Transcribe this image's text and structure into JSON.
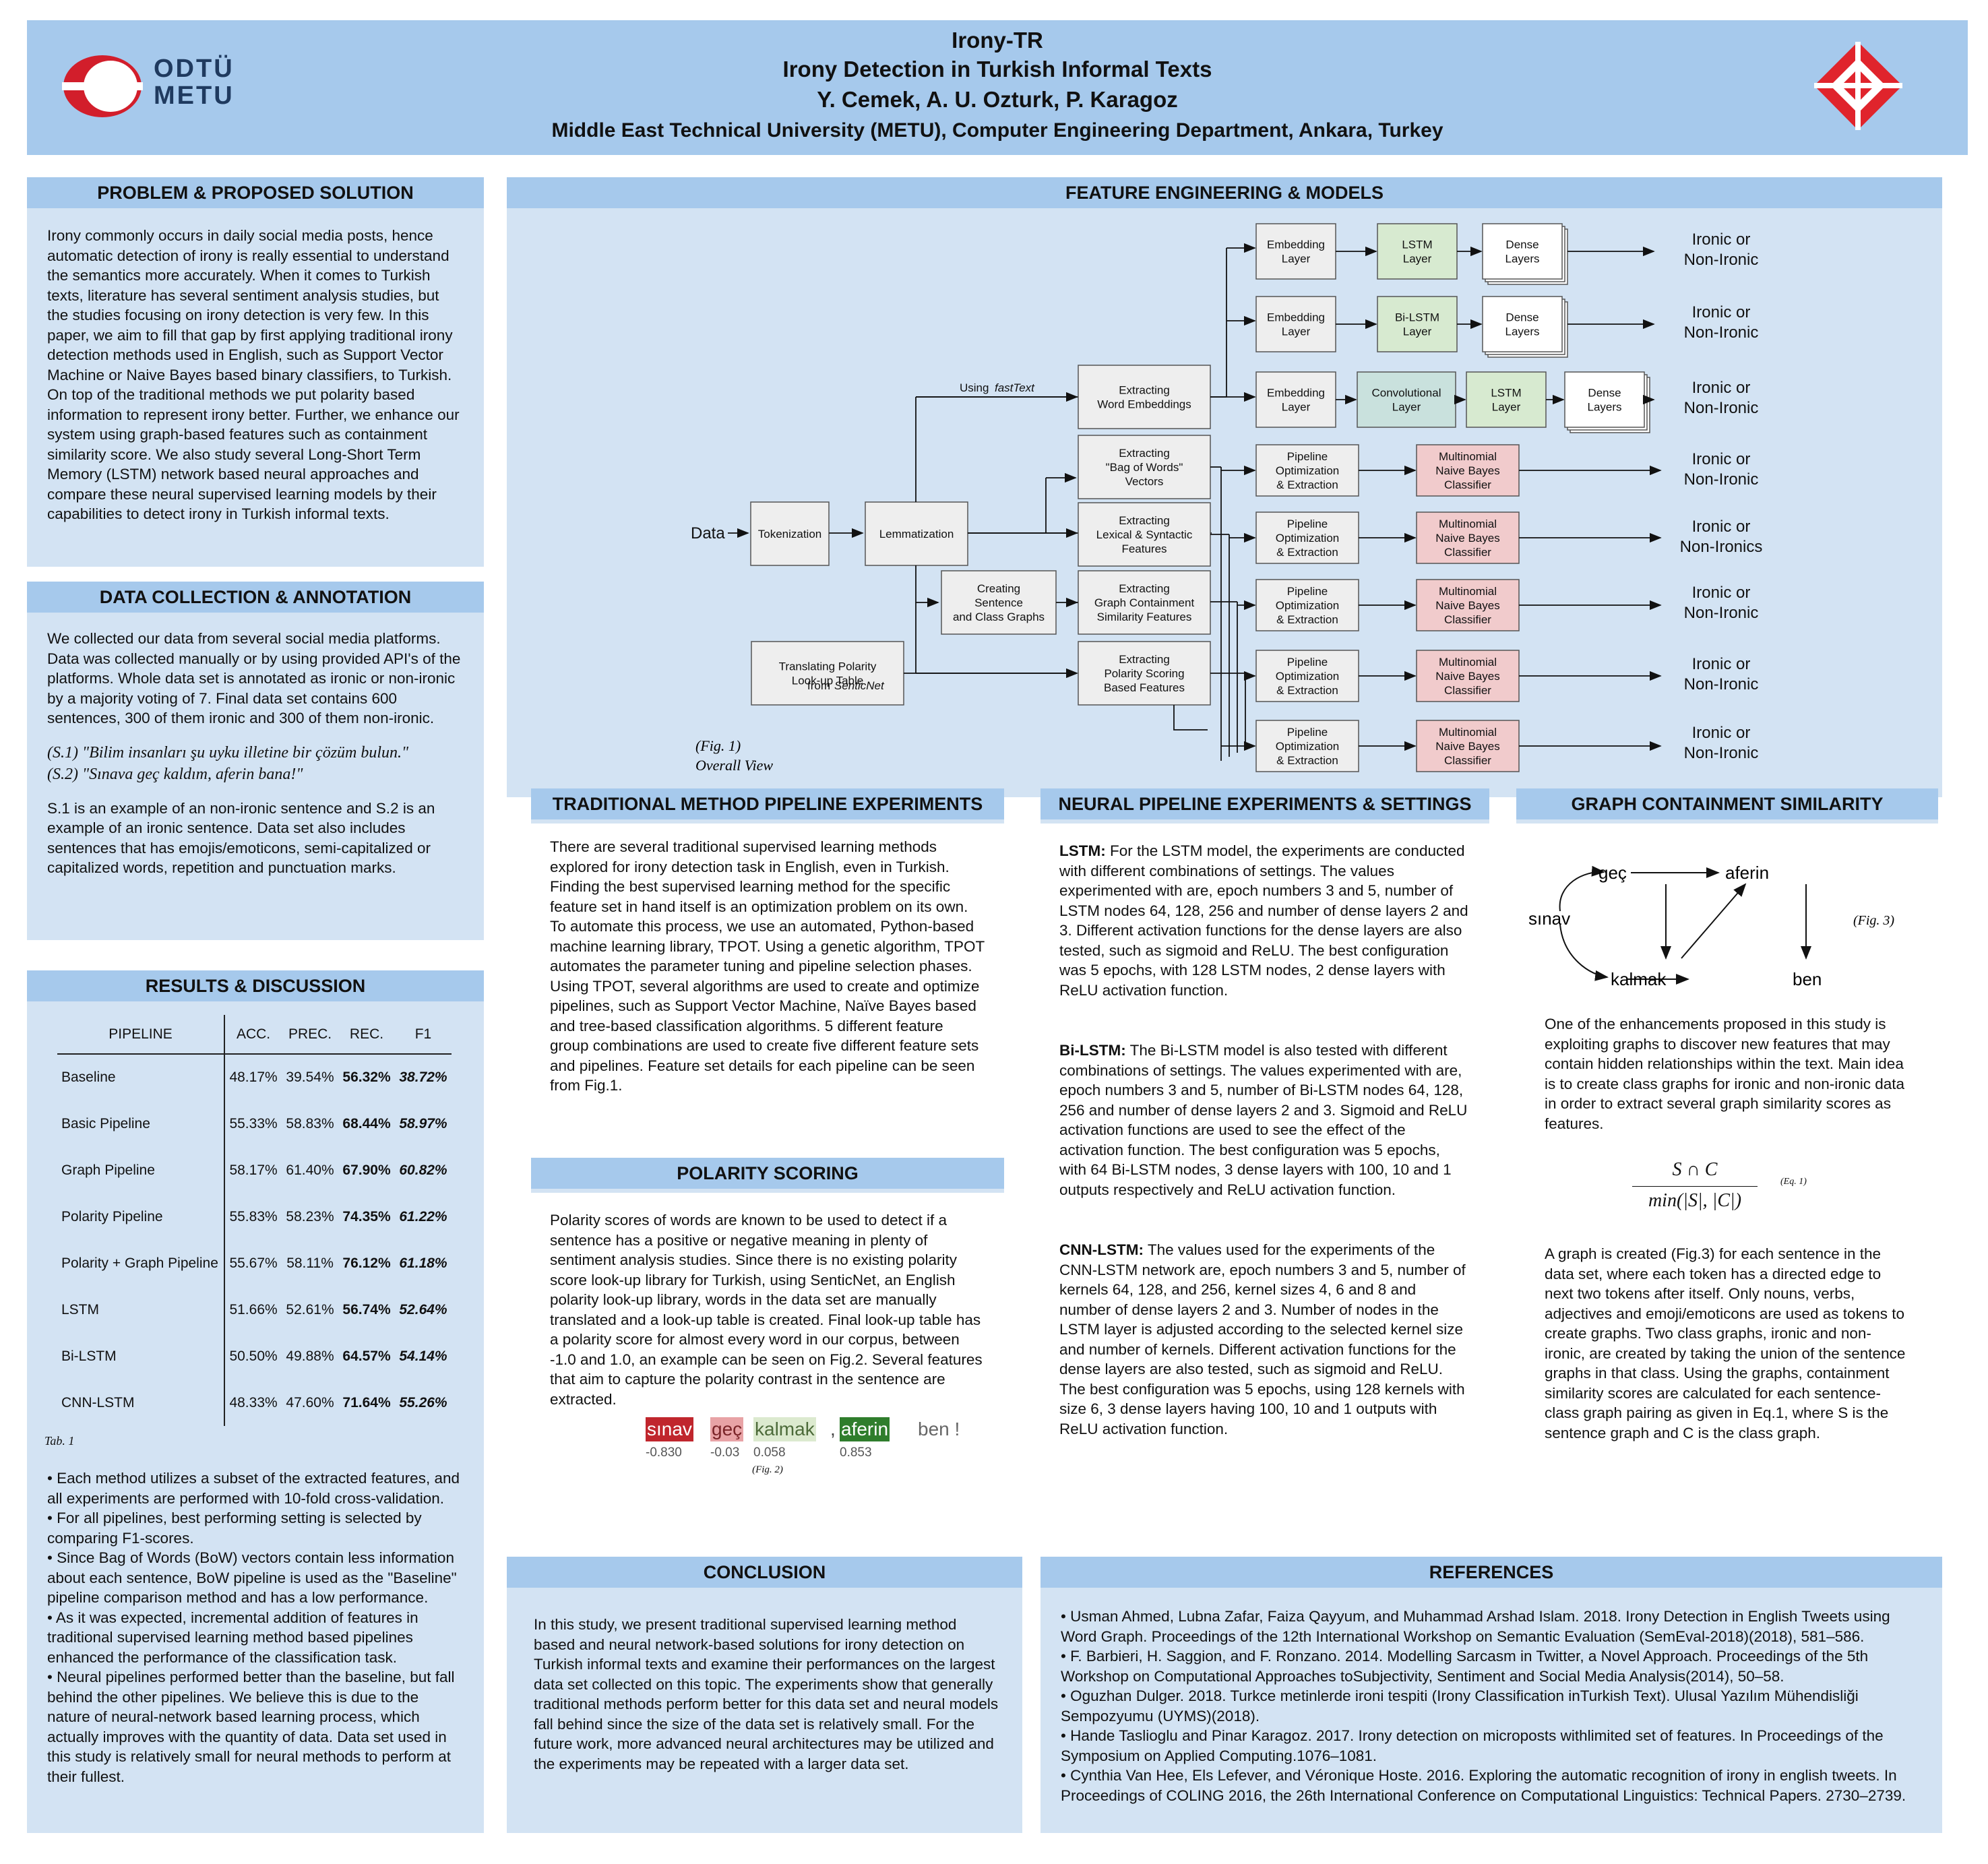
{
  "header": {
    "title": "Irony-TR",
    "subtitle": "Irony Detection in Turkish Informal Texts",
    "authors": "Y. Cemek, A. U. Ozturk, P. Karagoz",
    "affiliation": "Middle East Technical University (METU), Computer Engineering Department, Ankara, Turkey",
    "logo_left_line1": "ODTÜ",
    "logo_left_line2": "METU"
  },
  "problem": {
    "title": "PROBLEM & PROPOSED SOLUTION",
    "text": "Irony commonly occurs in daily social media posts, hence automatic detection of irony is really essential to understand the semantics more accurately. When it comes to Turkish texts, literature has several sentiment analysis studies, but the studies focusing on irony detection is very few. In this paper, we aim to fill that gap by first applying traditional irony detection methods used in English, such as Support Vector Machine or Naive Bayes based binary classifiers, to Turkish. On top of the traditional methods we put polarity based information to represent irony better. Further, we enhance our system using graph-based features such as containment similarity score. We also study several Long-Short Term Memory (LSTM) network based neural approaches and compare these neural supervised learning models by their capabilities to detect irony in Turkish informal texts."
  },
  "data": {
    "title": "DATA COLLECTION & ANNOTATION",
    "p1": "We collected our data from several social media platforms. Data was collected manually or by using provided API's of the platforms. Whole data set is annotated as ironic or non-ironic by a majority voting of 7. Final data set contains 600 sentences, 300 of them ironic and 300 of them non-ironic.",
    "s1": "(S.1) \"Bilim insanları şu uyku illetine bir çözüm bulun.\"",
    "s2": "(S.2) \"Sınava geç kaldım, aferin bana!\"",
    "p2": "S.1 is an example of an non-ironic sentence and S.2 is an example of an ironic sentence. Data set also includes sentences that has emojis/emoticons, semi-capitalized or capitalized words, repetition and punctuation marks."
  },
  "results": {
    "title": "RESULTS & DISCUSSION",
    "headers": [
      "PIPELINE",
      "ACC.",
      "PREC.",
      "REC.",
      "F1"
    ],
    "rows": [
      [
        "Baseline",
        "48.17%",
        "39.54%",
        "56.32%",
        "38.72%"
      ],
      [
        "Basic Pipeline",
        "55.33%",
        "58.83%",
        "68.44%",
        "58.97%"
      ],
      [
        "Graph Pipeline",
        "58.17%",
        "61.40%",
        "67.90%",
        "60.82%"
      ],
      [
        "Polarity Pipeline",
        "55.83%",
        "58.23%",
        "74.35%",
        "61.22%"
      ],
      [
        "Polarity + Graph Pipeline",
        "55.67%",
        "58.11%",
        "76.12%",
        "61.18%"
      ],
      [
        "LSTM",
        "51.66%",
        "52.61%",
        "56.74%",
        "52.64%"
      ],
      [
        "Bi-LSTM",
        "50.50%",
        "49.88%",
        "64.57%",
        "54.14%"
      ],
      [
        "CNN-LSTM",
        "48.33%",
        "47.60%",
        "71.64%",
        "55.26%"
      ]
    ],
    "caption": "Tab. 1",
    "bullets": "• Each method utilizes a subset of the extracted features, and all experiments are performed with 10-fold cross-validation.\n• For all pipelines, best performing setting is selected by comparing F1-scores.\n• Since Bag of Words (BoW) vectors contain less information about each sentence, BoW pipeline is used as the \"Baseline\" pipeline comparison method and has a low performance.\n• As it was expected, incremental addition of features in traditional supervised learning method based pipelines enhanced the performance of the classification task.\n• Neural pipelines performed better than the baseline, but fall behind the other pipelines. We believe this is due to the nature of neural-network based learning process, which actually improves with the quantity of data. Data set used in this study is relatively small for neural methods to perform at their fullest."
  },
  "features": {
    "title": "FEATURE ENGINEERING & MODELS",
    "data_label": "Data",
    "tokenization": "Tokenization",
    "lemmatization": "Lemmatization",
    "using_label": "Using",
    "fasttext": "fastText",
    "extract_we": [
      "Extracting",
      "Word Embeddings"
    ],
    "extract_bow": [
      "Extracting",
      "\"Bag of Words\"",
      "Vectors"
    ],
    "extract_lex": [
      "Extracting",
      "Lexical & Syntactic",
      "Features"
    ],
    "extract_graph": [
      "Extracting",
      "Graph Containment",
      "Similarity Features"
    ],
    "extract_pol": [
      "Extracting",
      "Polarity Scoring",
      "Based Features"
    ],
    "creating": [
      "Creating",
      "Sentence",
      "and Class Graphs"
    ],
    "translating": [
      "Translating Polarity",
      "Look-up Table"
    ],
    "from_label": "from",
    "senticnet": "SenticNet",
    "embedding": [
      "Embedding",
      "Layer"
    ],
    "lstm": [
      "LSTM",
      "Layer"
    ],
    "bilstm": [
      "Bi-LSTM",
      "Layer"
    ],
    "conv": [
      "Convolutional",
      "Layer"
    ],
    "dense": [
      "Dense",
      "Layers"
    ],
    "pipeline": [
      "Pipeline",
      "Optimization",
      "& Extraction"
    ],
    "mnb": [
      "Multinomial",
      "Naive Bayes",
      "Classifier"
    ],
    "output": [
      "Ironic or",
      "Non-Ironic"
    ],
    "output_alt": [
      "Ironic or",
      "Non-Ironics"
    ],
    "fig_caption": [
      "(Fig. 1)",
      "Overall View"
    ],
    "colors": {
      "green": "#d7ead0",
      "red": "#f1cbcc",
      "teal": "#c9e1dd",
      "grey": "#eeeeee"
    }
  },
  "traditional": {
    "title": "TRADITIONAL METHOD PIPELINE EXPERIMENTS",
    "text": "There are several traditional supervised learning methods explored for irony detection task in English, even in Turkish. Finding the best supervised learning method for the specific feature set in hand itself is an optimization problem on its own. To automate this process, we use an automated, Python-based machine learning library, TPOT. Using a genetic algorithm, TPOT automates the parameter tuning and pipeline selection phases. Using TPOT, several algorithms are used to create and optimize pipelines, such as Support Vector Machine, Naïve Bayes based and tree-based classification algorithms. 5 different feature group combinations are used to create five different feature sets and pipelines. Feature set details for each pipeline can be seen from Fig.1."
  },
  "polarity": {
    "title": "POLARITY SCORING",
    "text": "Polarity scores of words are known to be used to detect if a sentence has a positive or negative meaning in plenty of sentiment analysis studies. Since there is no existing polarity score look-up library for Turkish, using SenticNet, an English polarity look-up library, words in the data set are manually translated and a look-up table is created. Final look-up table has a polarity score for almost every word in our corpus, between -1.0 and 1.0, an example can be seen on Fig.2. Several features that aim to capture the polarity contrast in the sentence are extracted.",
    "words": [
      {
        "w": "sınav",
        "s": "-0.830",
        "bg": "#c0262d",
        "fg": "#ffffff"
      },
      {
        "w": "geç",
        "s": "-0.03",
        "bg": "#e8a3a6",
        "fg": "#7a2428"
      },
      {
        "w": "kalmak",
        "s": "0.058",
        "bg": "#dceacf",
        "fg": "#4d6b3a"
      },
      {
        "w": "aferin",
        "s": "0.853",
        "bg": "#2f7d2c",
        "fg": "#ffffff"
      }
    ],
    "sep": ",",
    "tail": "ben !",
    "fig_caption": "(Fig. 2)"
  },
  "neural": {
    "title": "NEURAL PIPELINE EXPERIMENTS & SETTINGS",
    "lstm_h": "LSTM:",
    "lstm": " For the LSTM model, the experiments are conducted with different combinations of settings. The values experimented with are, epoch numbers 3 and 5, number of LSTM nodes 64, 128, 256 and number of dense layers 2 and 3. Different activation functions for the dense layers are also tested, such as sigmoid and ReLU. The best configuration was 5 epochs, with 128 LSTM nodes, 2 dense layers with ReLU activation function.",
    "bilstm_h": "Bi-LSTM:",
    "bilstm": " The Bi-LSTM model is also tested with different combinations of settings. The values experimented with are, epoch numbers 3 and 5, number of Bi-LSTM nodes 64, 128, 256 and number of dense layers 2 and 3. Sigmoid and ReLU activation functions are used to see the effect of the activation function. The best configuration was 5 epochs, with 64 Bi-LSTM nodes, 3 dense layers with 100, 10 and 1 outputs respectively and ReLU activation function.",
    "cnn_h": "CNN-LSTM:",
    "cnn": " The values used for the experiments of the CNN-LSTM network are, epoch numbers 3 and 5, number of kernels 64, 128, and 256, kernel sizes 4, 6 and 8 and number of dense layers 2 and 3. Number of nodes in the LSTM layer is adjusted according to the selected kernel size and number of kernels. Different activation functions for the dense layers are also tested, such as sigmoid and ReLU. The best configuration was 5 epochs, using 128 kernels with size 6, 3 dense layers having 100, 10 and 1 outputs with ReLU activation function."
  },
  "graph": {
    "title": "GRAPH CONTAINMENT SIMILARITY",
    "nodes": [
      "geç",
      "aferin",
      "sınav",
      "kalmak",
      "ben"
    ],
    "fig_caption": "(Fig. 3)",
    "p1": "One of the enhancements proposed in this study is exploiting graphs to discover new features that may contain hidden relationships within the text. Main idea is to create class graphs for ironic and non-ironic data in order to extract several graph similarity scores as features.",
    "eq_num": "S ∩ C",
    "eq_den": "min(|S|, |C|)",
    "eq_label": "(Eq. 1)",
    "p2": "A graph is created (Fig.3) for each sentence in the data set, where each token has a directed edge to next two tokens after itself. Only nouns, verbs, adjectives and emoji/emoticons are used as tokens to create graphs. Two class graphs, ironic and non-ironic, are created by taking the union of the sentence graphs in that class. Using the graphs, containment similarity scores are calculated for each sentence-class graph pairing as given in Eq.1, where S is the sentence graph and C is the class graph."
  },
  "conclusion": {
    "title": "CONCLUSION",
    "text": "In this study, we present traditional supervised learning method based and neural network-based solutions for irony detection on Turkish informal texts and examine their performances on the largest data set collected on this topic. The experiments show that generally traditional methods perform better for this data set and neural models fall behind since the size of the data set is relatively small. For the future work, more advanced neural architectures may be utilized and the experiments may be repeated with a larger data set."
  },
  "references": {
    "title": "REFERENCES",
    "text": "• Usman Ahmed, Lubna Zafar, Faiza Qayyum, and Muhammad Arshad Islam. 2018. Irony Detection in English Tweets using Word Graph. Proceedings of the 12th International Workshop on Semantic Evaluation (SemEval-2018)(2018), 581–586.\n• F. Barbieri, H. Saggion, and F. Ronzano. 2014. Modelling Sarcasm in Twitter, a Novel Approach. Proceedings of the 5th Workshop on Computational Approaches toSubjectivity, Sentiment and Social Media Analysis(2014), 50–58.\n• Oguzhan Dulger. 2018. Turkce metinlerde ironi tespiti (Irony Classification inTurkish Text). Ulusal Yazılım Mühendisliği Sempozyumu (UYMS)(2018).\n• Hande Taslioglu and Pinar Karagoz. 2017.  Irony detection on microposts withlimited set of features. In Proceedings of the Symposium on Applied Computing.1076–1081.\n• Cynthia Van Hee, Els Lefever, and Véronique Hoste. 2016. Exploring the automatic recognition of irony in english tweets. In Proceedings of COLING 2016, the 26th International Conference on Computational Linguistics: Technical Papers. 2730–2739."
  }
}
